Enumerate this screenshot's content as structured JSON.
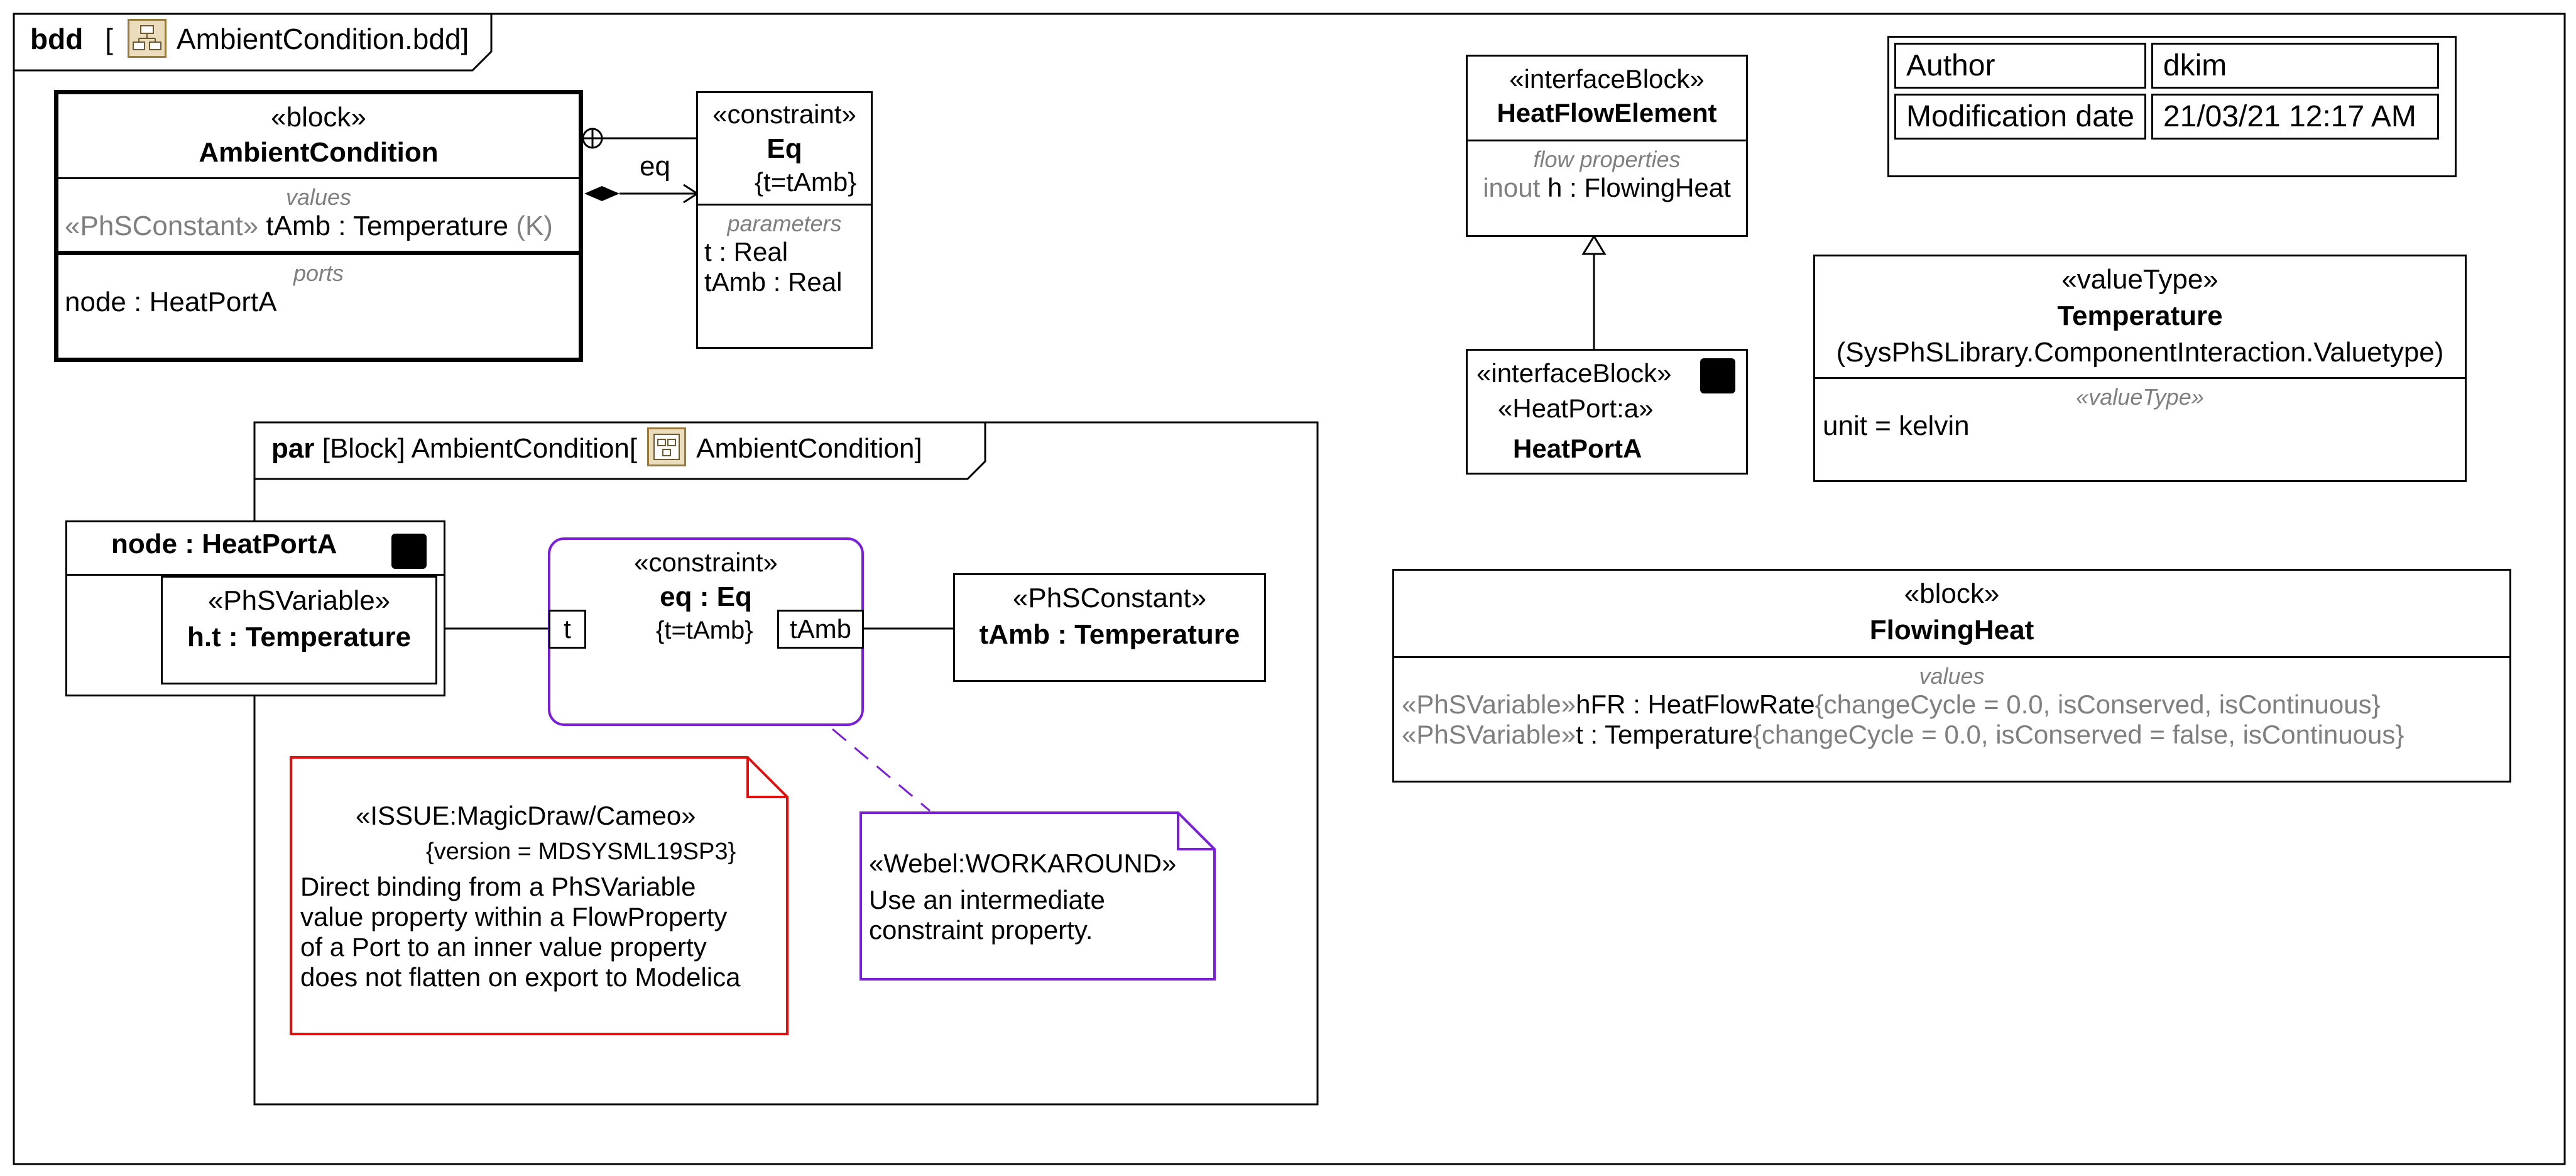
{
  "frame": {
    "kind": "bdd",
    "open": "[",
    "name": "AmbientCondition.bdd]"
  },
  "ambient_block": {
    "stereotype": "«block»",
    "name": "AmbientCondition",
    "values_label": "values",
    "value_stereo": "«PhSConstant»",
    "value_name": "tAmb",
    "value_colon": " : ",
    "value_type": "Temperature",
    "value_unit": "(K)",
    "ports_label": "ports",
    "port_name": "node",
    "port_sep": " : ",
    "port_type": "HeatPortA"
  },
  "eq_assoc_label": "eq",
  "eq_constraint": {
    "stereotype": "«constraint»",
    "name": "Eq",
    "expr": "{t=tAmb}",
    "params_label": "parameters",
    "p1_name": "t",
    "p1_type": " : Real",
    "p2_name": "tAmb",
    "p2_type": " : Real"
  },
  "par": {
    "kind": "par",
    "bracket": "[Block]",
    "name": "AmbientCondition[",
    "name2": "AmbientCondition]",
    "node_part": "node : HeatPortA",
    "ht_stereo": "«PhSVariable»",
    "ht_name": "h.t : Temperature",
    "eq_stereo": "«constraint»",
    "eq_name": "eq : Eq",
    "eq_expr": "{t=tAmb}",
    "port_t": "t",
    "port_tamb": "tAmb",
    "tamb_stereo": "«PhSConstant»",
    "tamb_name": "tAmb : Temperature"
  },
  "issue_note": {
    "stereo": "«ISSUE:MagicDraw/Cameo»",
    "version": "{version = MDSYSML19SP3}",
    "line1": "Direct binding from a PhSVariable",
    "line2": "value property within a FlowProperty",
    "line3": "of a Port to an inner value property",
    "line4": "does not flatten on export to Modelica"
  },
  "workaround_note": {
    "stereo": "«Webel:WORKAROUND»",
    "line1": "Use an intermediate",
    "line2": "constraint property."
  },
  "heatflow": {
    "stereotype": "«interfaceBlock»",
    "name": "HeatFlowElement",
    "fp_label": "flow properties",
    "fp_dir": "inout",
    "fp_name": "h",
    "fp_type": " : FlowingHeat"
  },
  "heatport": {
    "stereo1": "«interfaceBlock»",
    "stereo2": "«HeatPort:a»",
    "name": "HeatPortA"
  },
  "info_table": {
    "author_label": "Author",
    "author_value": "dkim",
    "date_label": "Modification date",
    "date_value": "21/03/21 12:17 AM"
  },
  "temperature": {
    "stereotype": "«valueType»",
    "name": "Temperature",
    "qualifier": "(SysPhSLibrary.ComponentInteraction.Valuetype)",
    "section_label": "«valueType»",
    "unit_line": "unit = kelvin"
  },
  "flowingheat": {
    "stereotype": "«block»",
    "name": "FlowingHeat",
    "values_label": "values",
    "v1_stereo": "«PhSVariable»",
    "v1_name": "hFR",
    "v1_type": " : HeatFlowRate",
    "v1_props": "{changeCycle = 0.0, isConserved, isContinuous}",
    "v2_stereo": "«PhSVariable»",
    "v2_name": "t",
    "v2_type": " : Temperature",
    "v2_props": "{changeCycle = 0.0, isConserved = false, isContinuous}"
  },
  "colors": {
    "note_red": "#e01010",
    "constraint_purple": "#7a1fd6",
    "line": "#000000",
    "gray_text": "#7f7f7f"
  }
}
